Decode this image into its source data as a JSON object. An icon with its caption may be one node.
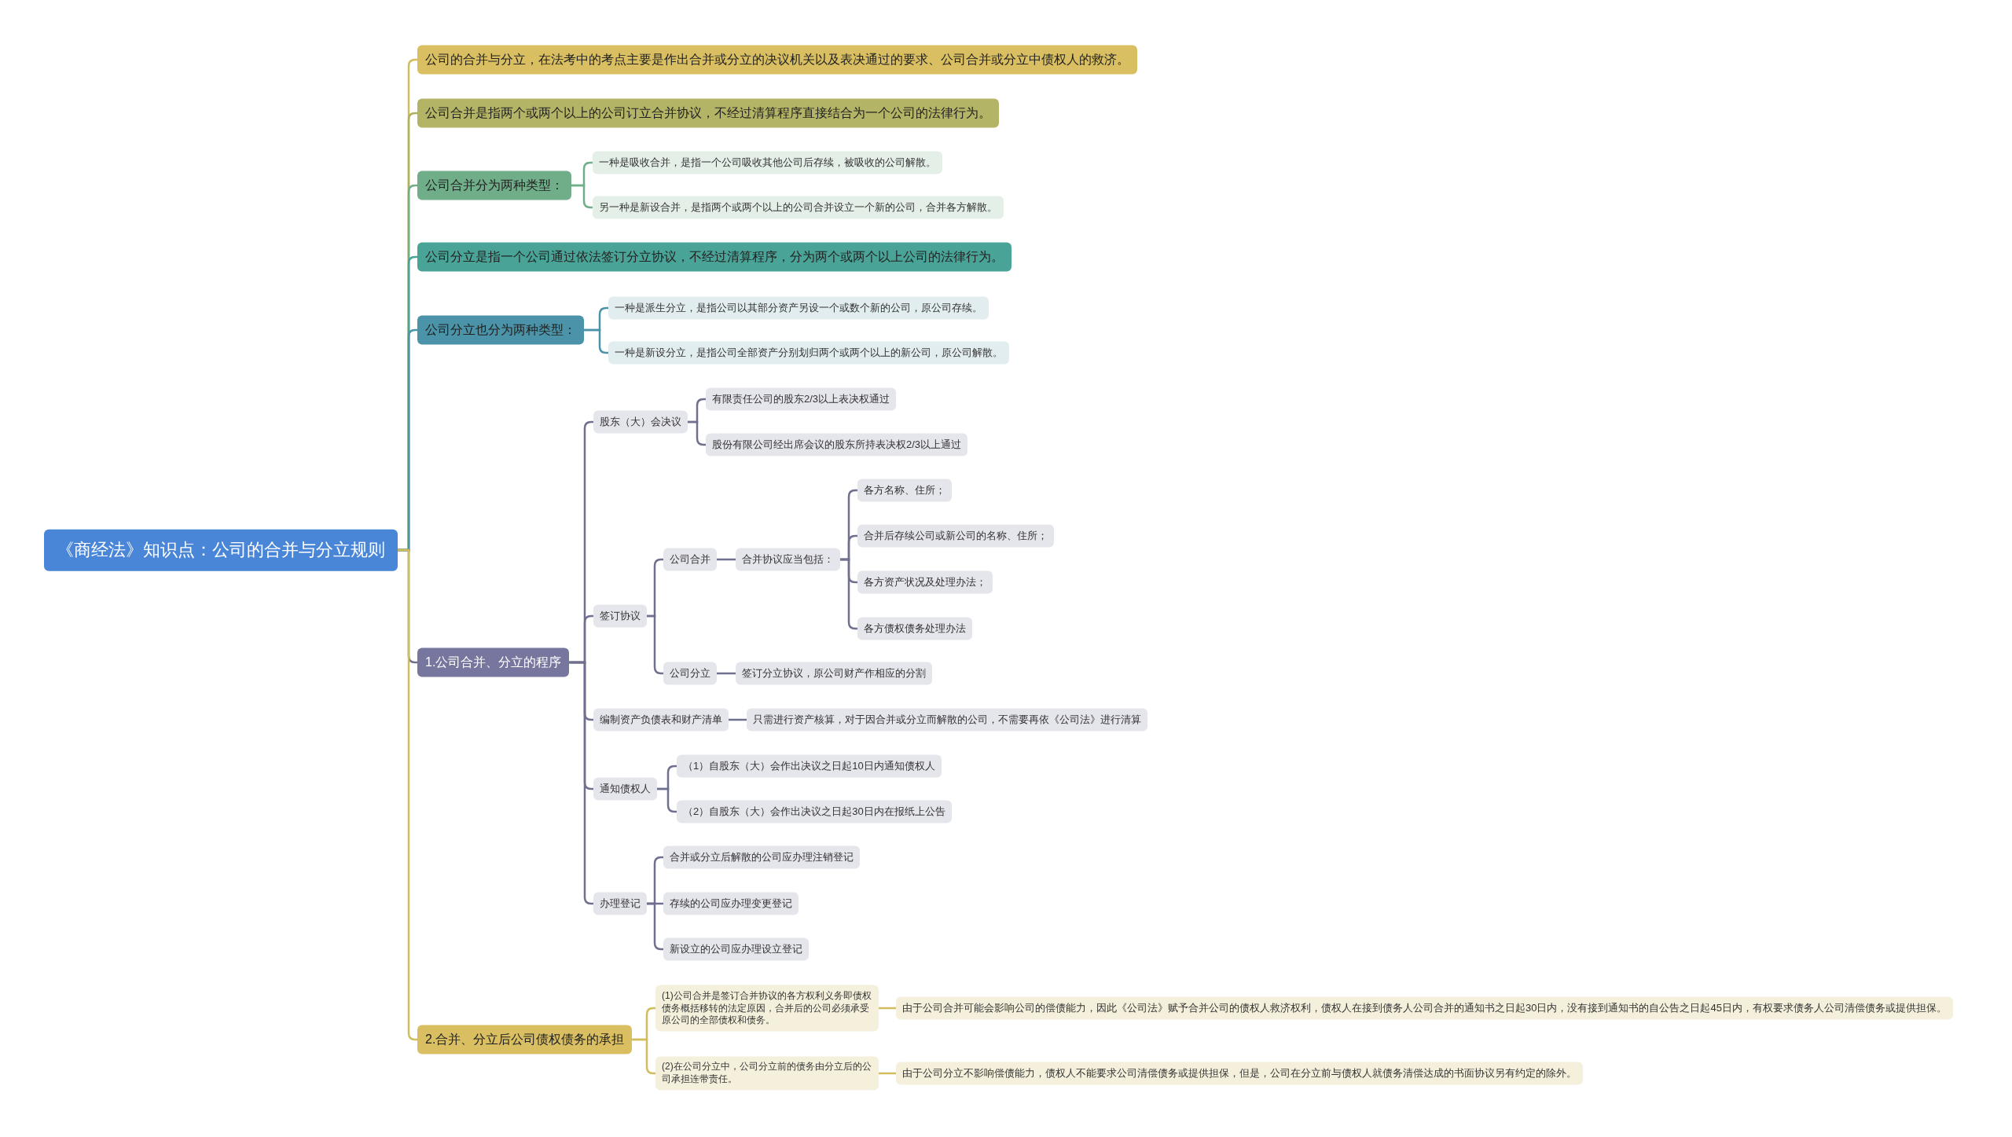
{
  "diagram": {
    "nodes": [
      {
        "text": [
          "《商经法》知识点：公司的合并与分立规则"
        ]
      },
      {
        "text": [
          "公司的合并与分立，在法考中的考点主要是作出合并或分立的决议机关以及表决通过的要求、公司合并或分立中债权人的救济。"
        ]
      },
      {
        "text": [
          "公司合并是指两个或两个以上的公司订立合并协议，不经过清算程序直接结合为一个公司的法律行为。"
        ]
      },
      {
        "text": [
          "公司合并分为两种类型："
        ]
      },
      {
        "text": [
          "一种是吸收合并，是指一个公司吸收其他公司后存续，被吸收的公司解散。"
        ]
      },
      {
        "text": [
          "另一种是新设合并，是指两个或两个以上的公司合并设立一个新的公司，合并各方解散。"
        ]
      },
      {
        "text": [
          "公司分立是指一个公司通过依法签订分立协议，不经过清算程序，分为两个或两个以上公司的法律行为。"
        ]
      },
      {
        "text": [
          "公司分立也分为两种类型："
        ]
      },
      {
        "text": [
          "一种是派生分立，是指公司以其部分资产另设一个或数个新的公司，原公司存续。"
        ]
      },
      {
        "text": [
          "一种是新设分立，是指公司全部资产分别划归两个或两个以上的新公司，原公司解散。"
        ]
      },
      {
        "text": [
          "1.公司合并、分立的程序"
        ]
      },
      {
        "text": [
          "股东（大）会决议"
        ]
      },
      {
        "text": [
          "有限责任公司的股东2/3以上表决权通过"
        ]
      },
      {
        "text": [
          "股份有限公司经出席会议的股东所持表决权2/3以上通过"
        ]
      },
      {
        "text": [
          "签订协议"
        ]
      },
      {
        "text": [
          "公司合并"
        ]
      },
      {
        "text": [
          "合并协议应当包括："
        ]
      },
      {
        "text": [
          "各方名称、住所；"
        ]
      },
      {
        "text": [
          "合并后存续公司或新公司的名称、住所；"
        ]
      },
      {
        "text": [
          "各方资产状况及处理办法；"
        ]
      },
      {
        "text": [
          "各方债权债务处理办法"
        ]
      },
      {
        "text": [
          "公司分立"
        ]
      },
      {
        "text": [
          "签订分立协议，原公司财产作相应的分割"
        ]
      },
      {
        "text": [
          "编制资产负债表和财产清单"
        ]
      },
      {
        "text": [
          "只需进行资产核算，对于因合并或分立而解散的公司，不需要再依《公司法》进行清算"
        ]
      },
      {
        "text": [
          "通知债权人"
        ]
      },
      {
        "text": [
          "（1）自股东（大）会作出决议之日起10日内通知债权人"
        ]
      },
      {
        "text": [
          "（2）自股东（大）会作出决议之日起30日内在报纸上公告"
        ]
      },
      {
        "text": [
          "办理登记"
        ]
      },
      {
        "text": [
          "合并或分立后解散的公司应办理注销登记"
        ]
      },
      {
        "text": [
          "存续的公司应办理变更登记"
        ]
      },
      {
        "text": [
          "新设立的公司应办理设立登记"
        ]
      },
      {
        "text": [
          "2.合并、分立后公司债权债务的承担"
        ]
      },
      {
        "text": [
          "(1)公司合并是签订合并协议的各方权利义务即债权债务概括移转的法定原因，合并后的公司必须承受原公司的全部债权和债务。"
        ]
      },
      {
        "text": [
          "由于公司合并可能会影响公司的偿债能力，因此《公司法》赋予合并公司的债权人救济权利，债权人在接到债务人公司合并的通知书之日起30日内，没有接到通知书的自公告之日起45日内，有权要求债务人公司清偿债务或提供担保。"
        ]
      },
      {
        "text": [
          "(2)在公司分立中，公司分立前的债务由分立后的公司承担连带责任。"
        ]
      },
      {
        "text": [
          "由于公司分立不影响偿债能力，债权人不能要求公司清偿债务或提供担保，但是，公司在分立前与债权人就债务清偿达成的书面协议另有约定的除外。"
        ]
      }
    ],
    "edges": [
      {
        "from": 0,
        "to": 1,
        "arrow": "none",
        "color": "#d1bd5c"
      },
      {
        "from": 0,
        "to": 2,
        "arrow": "none",
        "color": "#b0b060"
      },
      {
        "from": 0,
        "to": 3,
        "arrow": "none",
        "color": "#6fae88"
      },
      {
        "from": 3,
        "to": 4,
        "arrow": "none",
        "color": "#6fae88"
      },
      {
        "from": 3,
        "to": 5,
        "arrow": "none",
        "color": "#6fae88"
      },
      {
        "from": 0,
        "to": 6,
        "arrow": "none",
        "color": "#4aa397"
      },
      {
        "from": 0,
        "to": 7,
        "arrow": "none",
        "color": "#4a93a8"
      },
      {
        "from": 7,
        "to": 8,
        "arrow": "none",
        "color": "#4a93a8"
      },
      {
        "from": 7,
        "to": 9,
        "arrow": "none",
        "color": "#4a93a8"
      },
      {
        "from": 0,
        "to": 10,
        "arrow": "none"
      },
      {
        "from": 10,
        "to": 11,
        "arrow": "none"
      },
      {
        "from": 11,
        "to": 12,
        "arrow": "none"
      },
      {
        "from": 11,
        "to": 13,
        "arrow": "none"
      },
      {
        "from": 10,
        "to": 14,
        "arrow": "none"
      },
      {
        "from": 14,
        "to": 15,
        "arrow": "none"
      },
      {
        "from": 15,
        "to": 16,
        "arrow": "none"
      },
      {
        "from": 16,
        "to": 17,
        "arrow": "none"
      },
      {
        "from": 16,
        "to": 18,
        "arrow": "none"
      },
      {
        "from": 16,
        "to": 19,
        "arrow": "none"
      },
      {
        "from": 16,
        "to": 20,
        "arrow": "none"
      },
      {
        "from": 14,
        "to": 21,
        "arrow": "none"
      },
      {
        "from": 21,
        "to": 22,
        "arrow": "none"
      },
      {
        "from": 10,
        "to": 23,
        "arrow": "none"
      },
      {
        "from": 23,
        "to": 24,
        "arrow": "none"
      },
      {
        "from": 10,
        "to": 25,
        "arrow": "none"
      },
      {
        "from": 25,
        "to": 26,
        "arrow": "none"
      },
      {
        "from": 25,
        "to": 27,
        "arrow": "none"
      },
      {
        "from": 10,
        "to": 28,
        "arrow": "none"
      },
      {
        "from": 28,
        "to": 29,
        "arrow": "none"
      },
      {
        "from": 28,
        "to": 30,
        "arrow": "none"
      },
      {
        "from": 28,
        "to": 31,
        "arrow": "none"
      },
      {
        "from": 0,
        "to": 32,
        "arrow": "none",
        "color": "#d1bd5c"
      },
      {
        "from": 32,
        "to": 33,
        "arrow": "none",
        "color": "#d1bd5c"
      },
      {
        "from": 33,
        "to": 34,
        "arrow": "none",
        "color": "#d1bd5c"
      },
      {
        "from": 32,
        "to": 35,
        "arrow": "none",
        "color": "#d1bd5c"
      },
      {
        "from": 35,
        "to": 36,
        "arrow": "none",
        "color": "#d1bd5c"
      }
    ]
  }
}
